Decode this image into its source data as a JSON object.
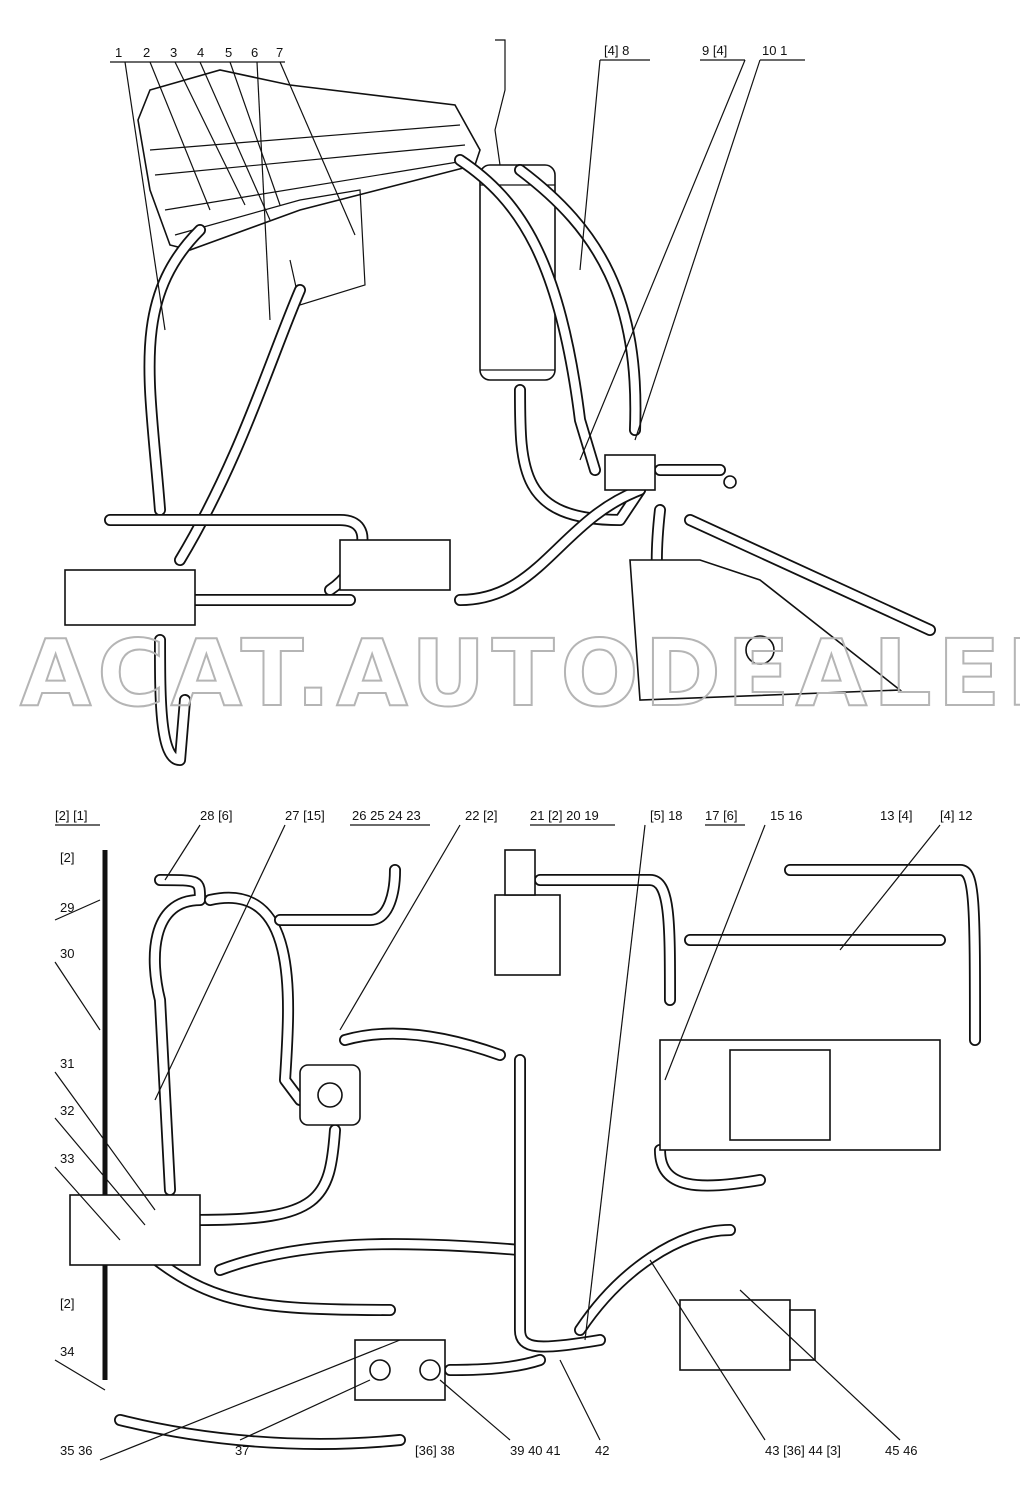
{
  "watermark": "ACAT.AUTODEALER.RU",
  "top_labels": {
    "l1": "1",
    "l2": "2",
    "l3": "3",
    "l4": "4",
    "l5": "5",
    "l6": "6",
    "l7": "7",
    "l8": "[4] 8",
    "l9": "9 [4]",
    "l10": "10 1",
    "l13": "13 [4]",
    "l12": "[4] 12"
  },
  "bottom_labels": {
    "l28": "[2] [1]",
    "l29": "29",
    "l30": "30",
    "l31": "31",
    "l32": "32",
    "l33": "33",
    "l34": "34",
    "l35": "[2]",
    "l26": "28 [6]",
    "l27": "27 [15]",
    "l24": "26 25 24 23",
    "l22": "22 [2]",
    "l21": "21 [2] 20 19",
    "l18": "[5] 18",
    "l17": "17 [6]",
    "l16": "15 16",
    "l12b": "[4] 12",
    "l35b": "35 36",
    "l37": "37",
    "l38": "[36] 38",
    "l39": "39 40 41",
    "l42": "42",
    "l43": "43 [36] 44 [3]",
    "l45": "45 46",
    "l1b": "[2]",
    "l2b": "[2]"
  }
}
